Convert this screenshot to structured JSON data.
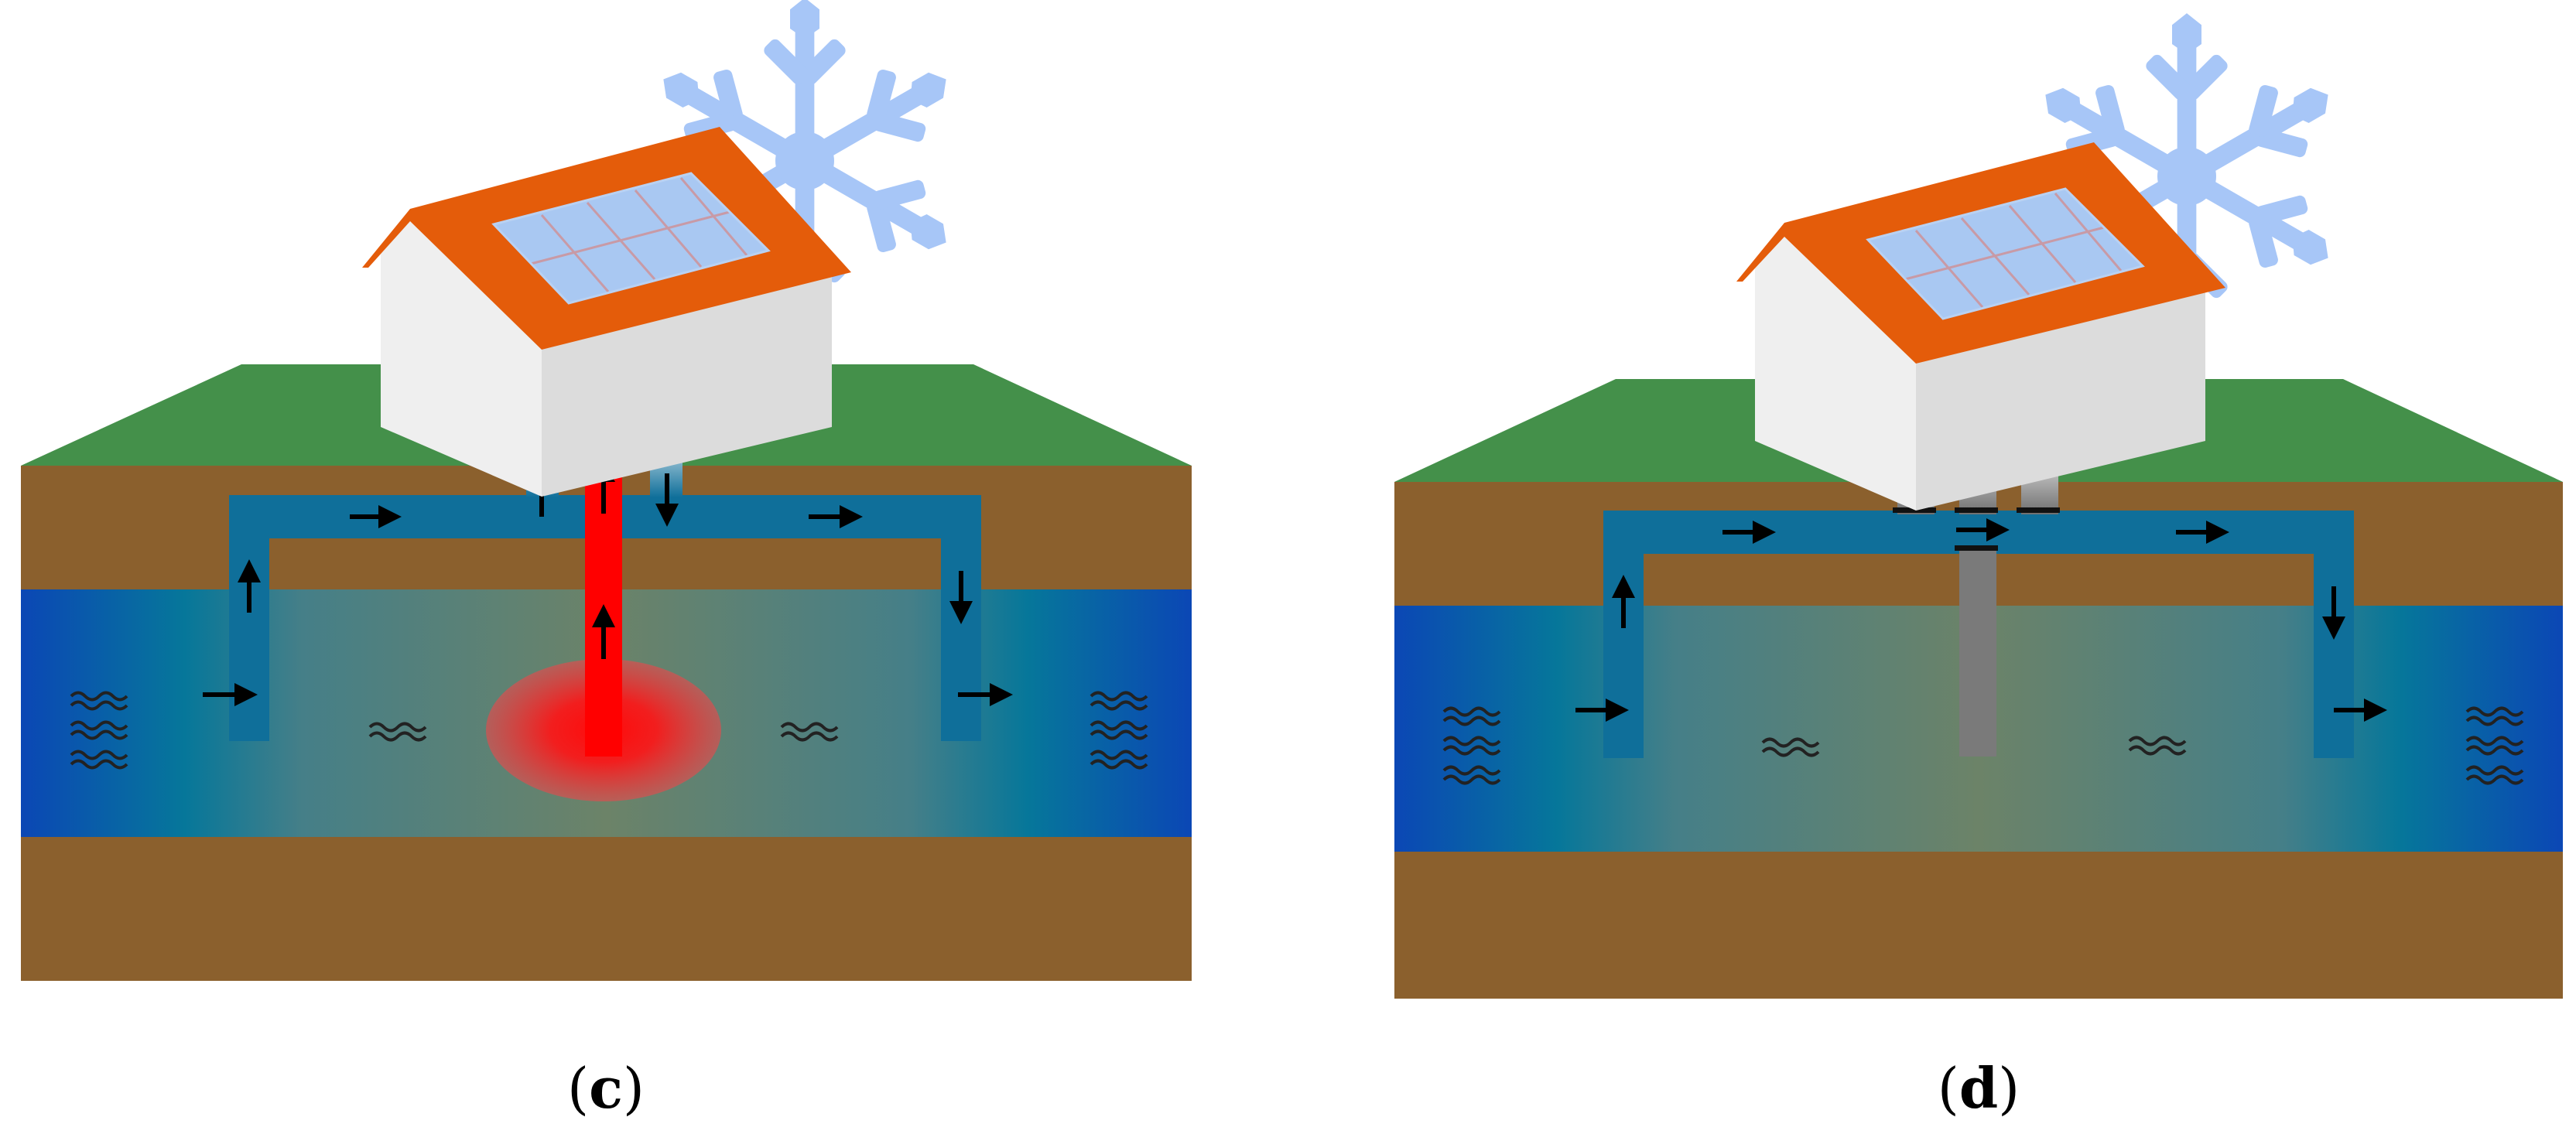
{
  "panels": [
    {
      "id": "c",
      "letter": "c",
      "heat_column": "red-glow",
      "pipe_style": "heat-flow"
    },
    {
      "id": "d",
      "letter": "d",
      "heat_column": "grey-stem",
      "pipe_style": "capped"
    }
  ],
  "colors": {
    "sky": "#ffffff",
    "grass": "#44904a",
    "soil": "#8b602d",
    "aquifer_deep": "#0a4fb0",
    "aquifer_mid": "#1f7bb0",
    "pipe": "#0f6f9a",
    "roof": "#e45c0a",
    "wall_front": "#efefef",
    "wall_side": "#dcdcdc",
    "solar_panel": "#a9c8f2",
    "solar_grid": "#c89aa6",
    "snowflake": "#a7c6f7",
    "heat": "#ff1a1a",
    "stem": "#7a7a7a",
    "arrow": "#000000"
  },
  "icons": {
    "snowflake": "snowflake-icon",
    "solar": "solar-panel-icon",
    "flow": "flow-arrow-icon",
    "water": "water-wave-icon"
  }
}
